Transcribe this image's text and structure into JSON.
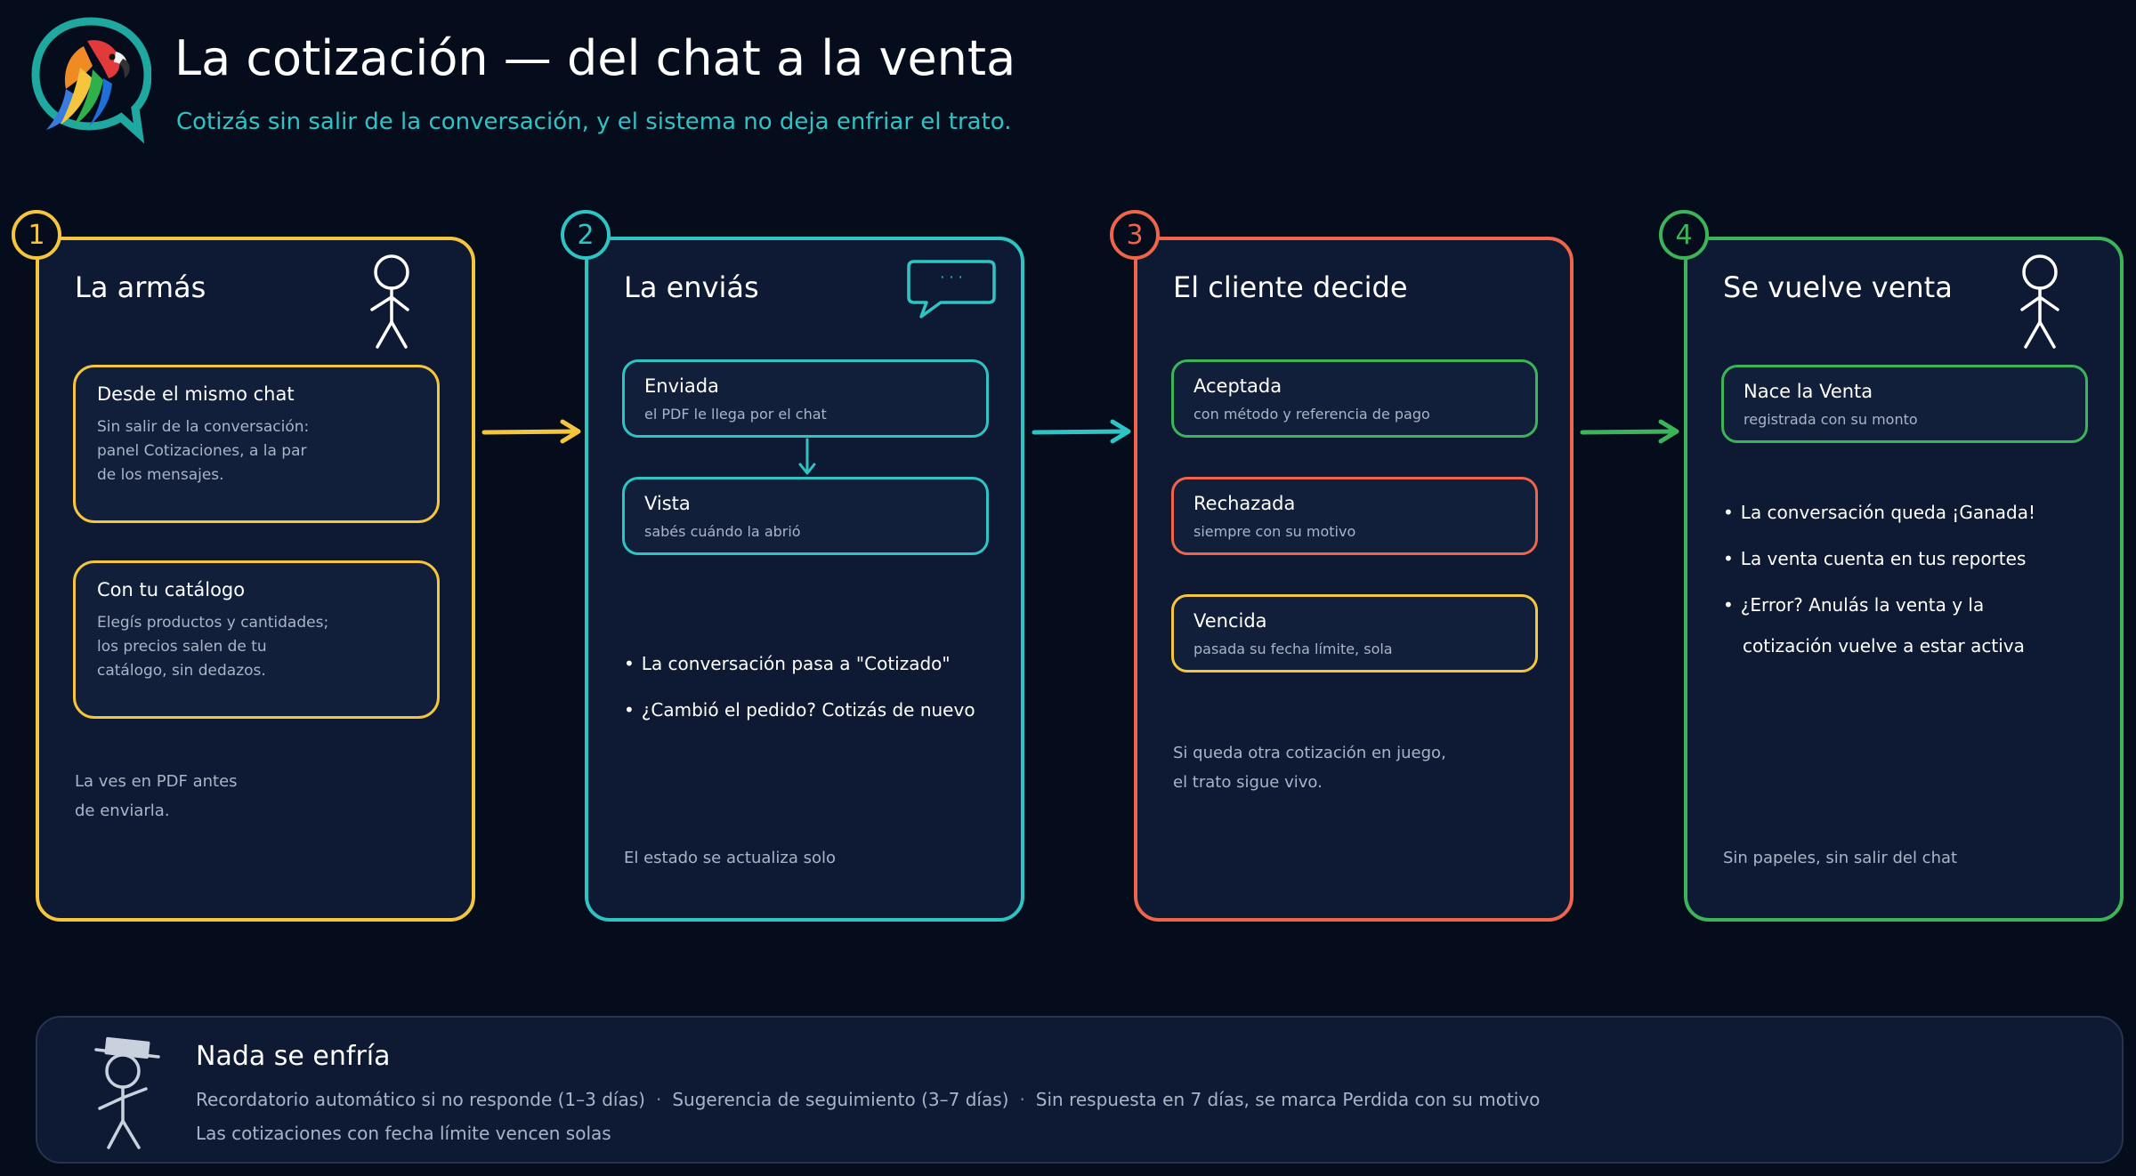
{
  "header": {
    "title": "La cotización — del chat a la venta",
    "subtitle": "Cotizás sin salir de la conversación, y el sistema no deja enfriar el trato."
  },
  "colors": {
    "yellow": "#f5c53d",
    "teal": "#2ec4c4",
    "red": "#f0644a",
    "green": "#3cb55a",
    "background": "#050d1d",
    "card": "#0e1a33"
  },
  "steps": [
    {
      "number": "1",
      "title": "La armás",
      "icon": "stick-figure-icon",
      "boxes": [
        {
          "title": "Desde el mismo chat",
          "lines": [
            "Sin salir de la conversación:",
            "panel Cotizaciones, a la par",
            "de los mensajes."
          ]
        },
        {
          "title": "Con tu catálogo",
          "lines": [
            "Elegís productos y cantidades;",
            "los precios salen de tu",
            "catálogo, sin dedazos."
          ]
        }
      ],
      "footnote": [
        "La ves en PDF antes",
        "de enviarla."
      ]
    },
    {
      "number": "2",
      "title": "La enviás",
      "icon": "speech-bubble-icon",
      "icon_text": "· · ·",
      "pills": [
        {
          "title": "Enviada",
          "text": "el PDF le llega por el chat"
        },
        {
          "title": "Vista",
          "text": "sabés cuándo la abrió"
        }
      ],
      "bullets": [
        "La conversación pasa a \"Cotizado\"",
        "¿Cambió el pedido? Cotizás de nuevo"
      ],
      "footnote": [
        "El estado se actualiza solo"
      ]
    },
    {
      "number": "3",
      "title": "El cliente decide",
      "pills": [
        {
          "title": "Aceptada",
          "text": "con método y referencia de pago"
        },
        {
          "title": "Rechazada",
          "text": "siempre con su motivo"
        },
        {
          "title": "Vencida",
          "text": "pasada su fecha límite, sola"
        }
      ],
      "footnote": [
        "Si queda otra cotización en juego,",
        "el trato sigue vivo."
      ]
    },
    {
      "number": "4",
      "title": "Se vuelve venta",
      "icon": "stick-figure-icon",
      "pills": [
        {
          "title": "Nace la Venta",
          "text": "registrada con su monto"
        }
      ],
      "bullets": [
        "La conversación queda ¡Ganada!",
        "La venta cuenta en tus reportes",
        "¿Error? Anulás la venta y la"
      ],
      "bullet_continuation": "cotización vuelve a estar activa",
      "footnote": [
        "Sin papeles, sin salir del chat"
      ]
    }
  ],
  "bottom": {
    "title": "Nada se enfría",
    "items": [
      "Recordatorio automático si no responde (1–3 días)",
      "Sugerencia de seguimiento (3–7 días)",
      "Sin respuesta en 7 días, se marca Perdida con su motivo"
    ],
    "separator": "·",
    "line2": "Las cotizaciones con fecha límite vencen solas"
  }
}
